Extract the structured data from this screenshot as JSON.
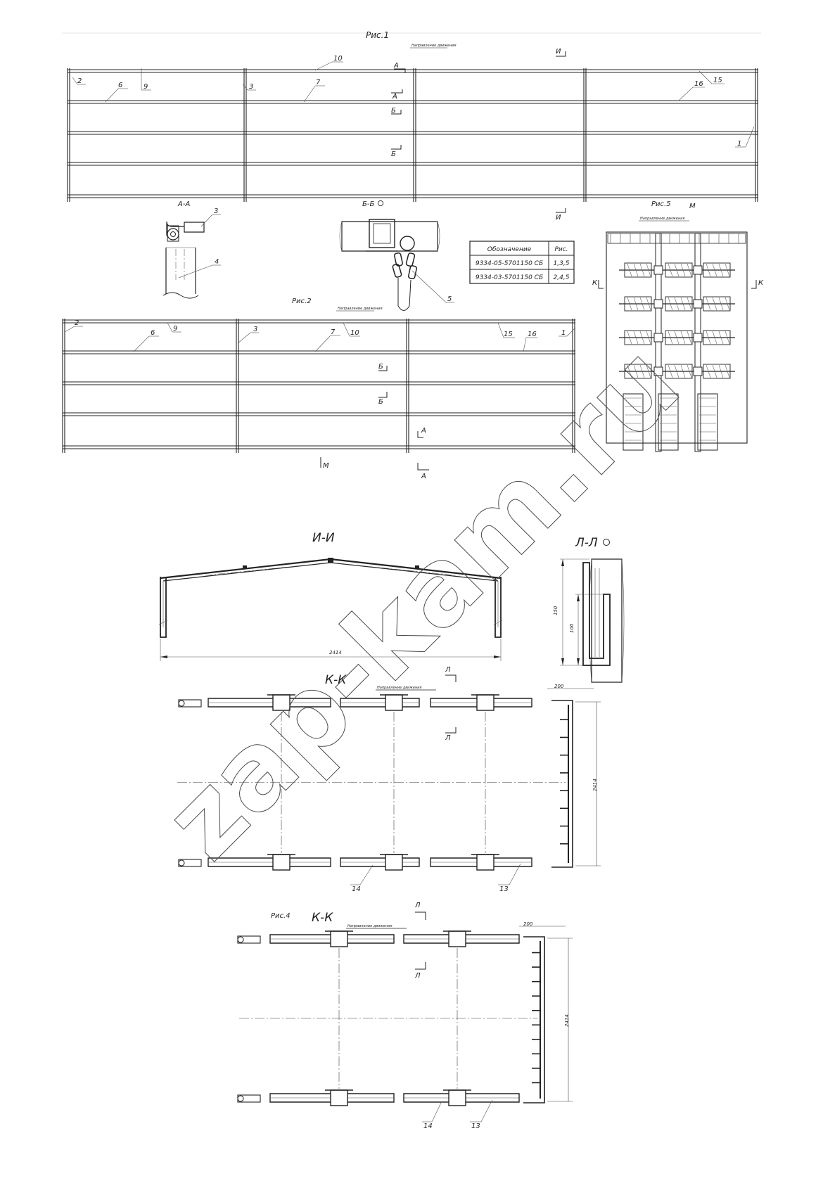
{
  "watermark": "zap-kam.ru",
  "figure1": {
    "title": "Рис.1",
    "direction": "Направление движения"
  },
  "figure2": {
    "title": "Рис.2",
    "direction": "Направление движения"
  },
  "figure4": {
    "title": "Рис.4"
  },
  "figure5": {
    "title": "Рис.5",
    "direction": "Направление движения"
  },
  "section_labels": {
    "A": "А",
    "B": "Б",
    "I": "И",
    "K": "К",
    "L": "Л",
    "M": "М",
    "AA": "А-А",
    "BB": "Б-Б",
    "II": "И-И",
    "LL": "Л-Л",
    "KK": "К-К"
  },
  "callouts": [
    "1",
    "2",
    "3",
    "4",
    "5",
    "6",
    "7",
    "9",
    "10",
    "13",
    "14",
    "15",
    "16"
  ],
  "dimensions": {
    "width_2414": "2414",
    "dim_200": "200",
    "dim_150": "150",
    "dim_100": "100"
  },
  "kk_direction": "Направление движения",
  "table": {
    "header": {
      "designation": "Обозначение",
      "fig": "Рис."
    },
    "rows": [
      {
        "designation": "9334-05-5701150 СБ",
        "fig": "1,3,5"
      },
      {
        "designation": "9334-03-5701150 СБ",
        "fig": "2,4,5"
      }
    ]
  },
  "colors": {
    "line": "#222222",
    "background": "#ffffff"
  }
}
